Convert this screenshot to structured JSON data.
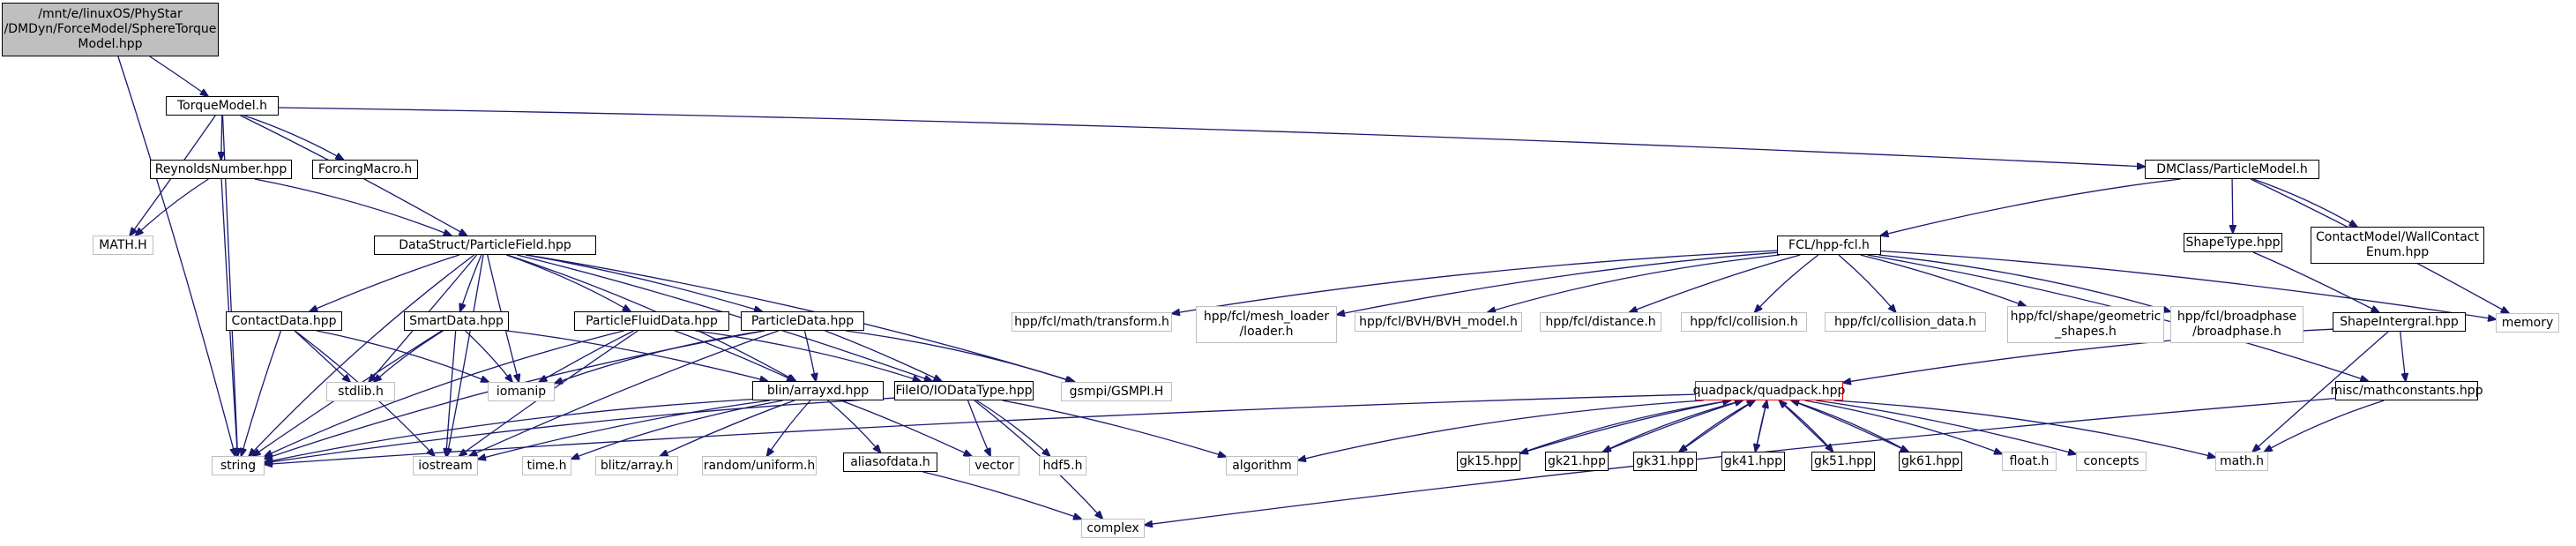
{
  "colors": {
    "edge": "#191970",
    "documented_border": "#000000",
    "undocumented_border": "#bfbfbf",
    "root_fill": "#bfbfbf",
    "incomplete_border": "#ff0000"
  },
  "nodes": [
    {
      "id": "root",
      "label": "/mnt/e/linuxOS/PhyStar\n/DMDyn/ForceModel/SphereTorque\nModel.hpp",
      "kind": "root"
    },
    {
      "id": "torque",
      "label": "TorqueModel.h",
      "kind": "doc"
    },
    {
      "id": "reynolds",
      "label": "ReynoldsNumber.hpp",
      "kind": "doc"
    },
    {
      "id": "forcing",
      "label": "ForcingMacro.h",
      "kind": "doc"
    },
    {
      "id": "dmclass",
      "label": "DMClass/ParticleModel.h",
      "kind": "doc"
    },
    {
      "id": "mathH",
      "label": "MATH.H",
      "kind": "nodoc"
    },
    {
      "id": "pfield",
      "label": "DataStruct/ParticleField.hpp",
      "kind": "doc"
    },
    {
      "id": "fcl",
      "label": "FCL/hpp-fcl.h",
      "kind": "doc"
    },
    {
      "id": "shapetype",
      "label": "ShapeType.hpp",
      "kind": "doc"
    },
    {
      "id": "wallcontact",
      "label": "ContactModel/WallContact\nEnum.hpp",
      "kind": "doc"
    },
    {
      "id": "contact",
      "label": "ContactData.hpp",
      "kind": "doc"
    },
    {
      "id": "smart",
      "label": "SmartData.hpp",
      "kind": "doc"
    },
    {
      "id": "pfluid",
      "label": "ParticleFluidData.hpp",
      "kind": "doc"
    },
    {
      "id": "pdata",
      "label": "ParticleData.hpp",
      "kind": "doc"
    },
    {
      "id": "transform",
      "label": "hpp/fcl/math/transform.h",
      "kind": "nodoc"
    },
    {
      "id": "meshloader",
      "label": "hpp/fcl/mesh_loader\n/loader.h",
      "kind": "nodoc"
    },
    {
      "id": "bvh",
      "label": "hpp/fcl/BVH/BVH_model.h",
      "kind": "nodoc"
    },
    {
      "id": "distance",
      "label": "hpp/fcl/distance.h",
      "kind": "nodoc"
    },
    {
      "id": "collision",
      "label": "hpp/fcl/collision.h",
      "kind": "nodoc"
    },
    {
      "id": "colldata",
      "label": "hpp/fcl/collision_data.h",
      "kind": "nodoc"
    },
    {
      "id": "geomshapes",
      "label": "hpp/fcl/shape/geometric\n_shapes.h",
      "kind": "nodoc"
    },
    {
      "id": "broadphase",
      "label": "hpp/fcl/broadphase\n/broadphase.h",
      "kind": "nodoc"
    },
    {
      "id": "shapeint",
      "label": "ShapeIntergral.hpp",
      "kind": "doc"
    },
    {
      "id": "memory",
      "label": "memory",
      "kind": "nodoc"
    },
    {
      "id": "stdlib",
      "label": "stdlib.h",
      "kind": "nodoc"
    },
    {
      "id": "iomanip",
      "label": "iomanip",
      "kind": "nodoc"
    },
    {
      "id": "blin",
      "label": "blin/arrayxd.hpp",
      "kind": "doc"
    },
    {
      "id": "fileio",
      "label": "FileIO/IODataType.hpp",
      "kind": "doc"
    },
    {
      "id": "gsmpi",
      "label": "gsmpi/GSMPI.H",
      "kind": "nodoc"
    },
    {
      "id": "quadpack",
      "label": "quadpack/quadpack.hpp",
      "kind": "incomplete"
    },
    {
      "id": "mathconst",
      "label": "misc/mathconstants.hpp",
      "kind": "doc"
    },
    {
      "id": "string",
      "label": "string",
      "kind": "nodoc"
    },
    {
      "id": "iostream",
      "label": "iostream",
      "kind": "nodoc"
    },
    {
      "id": "timeh",
      "label": "time.h",
      "kind": "nodoc"
    },
    {
      "id": "blitz",
      "label": "blitz/array.h",
      "kind": "nodoc"
    },
    {
      "id": "random",
      "label": "random/uniform.h",
      "kind": "nodoc"
    },
    {
      "id": "aliasof",
      "label": "aliasofdata.h",
      "kind": "doc"
    },
    {
      "id": "vector",
      "label": "vector",
      "kind": "nodoc"
    },
    {
      "id": "hdf5",
      "label": "hdf5.h",
      "kind": "nodoc"
    },
    {
      "id": "algorithm",
      "label": "algorithm",
      "kind": "nodoc"
    },
    {
      "id": "gk15",
      "label": "gk15.hpp",
      "kind": "doc"
    },
    {
      "id": "gk21",
      "label": "gk21.hpp",
      "kind": "doc"
    },
    {
      "id": "gk31",
      "label": "gk31.hpp",
      "kind": "doc"
    },
    {
      "id": "gk41",
      "label": "gk41.hpp",
      "kind": "doc"
    },
    {
      "id": "gk51",
      "label": "gk51.hpp",
      "kind": "doc"
    },
    {
      "id": "gk61",
      "label": "gk61.hpp",
      "kind": "doc"
    },
    {
      "id": "floath",
      "label": "float.h",
      "kind": "nodoc"
    },
    {
      "id": "concepts",
      "label": "concepts",
      "kind": "nodoc"
    },
    {
      "id": "mathh",
      "label": "math.h",
      "kind": "nodoc"
    },
    {
      "id": "complex",
      "label": "complex",
      "kind": "nodoc"
    }
  ],
  "edges": [
    [
      "root",
      "torque"
    ],
    [
      "root",
      "string"
    ],
    [
      "torque",
      "reynolds"
    ],
    [
      "torque",
      "forcing"
    ],
    [
      "torque",
      "dmclass"
    ],
    [
      "torque",
      "mathH"
    ],
    [
      "torque",
      "pfield"
    ],
    [
      "torque",
      "string"
    ],
    [
      "reynolds",
      "mathH"
    ],
    [
      "reynolds",
      "pfield"
    ],
    [
      "reynolds",
      "string"
    ],
    [
      "dmclass",
      "fcl"
    ],
    [
      "dmclass",
      "shapetype"
    ],
    [
      "dmclass",
      "wallcontact"
    ],
    [
      "dmclass",
      "memory"
    ],
    [
      "pfield",
      "contact"
    ],
    [
      "pfield",
      "smart"
    ],
    [
      "pfield",
      "pfluid"
    ],
    [
      "pfield",
      "pdata"
    ],
    [
      "pfield",
      "stdlib"
    ],
    [
      "pfield",
      "iomanip"
    ],
    [
      "pfield",
      "blin"
    ],
    [
      "pfield",
      "fileio"
    ],
    [
      "pfield",
      "gsmpi"
    ],
    [
      "pfield",
      "string"
    ],
    [
      "pfield",
      "iostream"
    ],
    [
      "fcl",
      "transform"
    ],
    [
      "fcl",
      "meshloader"
    ],
    [
      "fcl",
      "bvh"
    ],
    [
      "fcl",
      "distance"
    ],
    [
      "fcl",
      "collision"
    ],
    [
      "fcl",
      "colldata"
    ],
    [
      "fcl",
      "geomshapes"
    ],
    [
      "fcl",
      "broadphase"
    ],
    [
      "fcl",
      "memory"
    ],
    [
      "fcl",
      "mathconst"
    ],
    [
      "shapetype",
      "shapeint"
    ],
    [
      "shapeint",
      "quadpack"
    ],
    [
      "shapeint",
      "mathconst"
    ],
    [
      "shapeint",
      "mathh"
    ],
    [
      "mathconst",
      "mathh"
    ],
    [
      "mathconst",
      "complex"
    ],
    [
      "contact",
      "stdlib"
    ],
    [
      "contact",
      "iomanip"
    ],
    [
      "contact",
      "string"
    ],
    [
      "contact",
      "iostream"
    ],
    [
      "smart",
      "stdlib"
    ],
    [
      "smart",
      "iomanip"
    ],
    [
      "smart",
      "blin"
    ],
    [
      "smart",
      "string"
    ],
    [
      "smart",
      "iostream"
    ],
    [
      "pfluid",
      "iomanip"
    ],
    [
      "pfluid",
      "blin"
    ],
    [
      "pfluid",
      "fileio"
    ],
    [
      "pfluid",
      "string"
    ],
    [
      "pfluid",
      "iostream"
    ],
    [
      "pdata",
      "iomanip"
    ],
    [
      "pdata",
      "blin"
    ],
    [
      "pdata",
      "fileio"
    ],
    [
      "pdata",
      "gsmpi"
    ],
    [
      "pdata",
      "string"
    ],
    [
      "pdata",
      "iostream"
    ],
    [
      "blin",
      "string"
    ],
    [
      "blin",
      "iostream"
    ],
    [
      "blin",
      "timeh"
    ],
    [
      "blin",
      "blitz"
    ],
    [
      "blin",
      "random"
    ],
    [
      "blin",
      "aliasof"
    ],
    [
      "blin",
      "vector"
    ],
    [
      "fileio",
      "string"
    ],
    [
      "fileio",
      "vector"
    ],
    [
      "fileio",
      "hdf5"
    ],
    [
      "fileio",
      "algorithm"
    ],
    [
      "fileio",
      "complex"
    ],
    [
      "aliasof",
      "complex"
    ],
    [
      "quadpack",
      "string"
    ],
    [
      "quadpack",
      "algorithm"
    ],
    [
      "quadpack",
      "gk15"
    ],
    [
      "quadpack",
      "gk21"
    ],
    [
      "quadpack",
      "gk31"
    ],
    [
      "quadpack",
      "gk41"
    ],
    [
      "quadpack",
      "gk51"
    ],
    [
      "quadpack",
      "gk61"
    ],
    [
      "quadpack",
      "floath"
    ],
    [
      "quadpack",
      "concepts"
    ],
    [
      "quadpack",
      "mathh"
    ],
    [
      "gk15",
      "quadpack"
    ],
    [
      "gk21",
      "quadpack"
    ],
    [
      "gk31",
      "quadpack"
    ],
    [
      "gk41",
      "quadpack"
    ],
    [
      "gk51",
      "quadpack"
    ],
    [
      "gk61",
      "quadpack"
    ]
  ]
}
